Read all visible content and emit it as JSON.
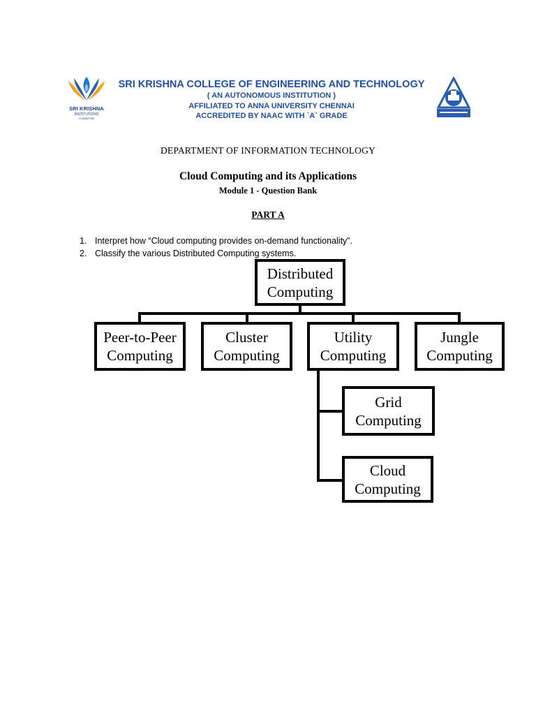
{
  "header": {
    "logo_brand": "SRI KRISHNA",
    "logo_sub": "INSTITUTIONS",
    "logo_sub2": "COIMBATORE",
    "institution": "SRI KRISHNA COLLEGE OF ENGINEERING AND TECHNOLOGY",
    "line1": "( AN AUTONOMOUS INSTITUTION )",
    "line2": "AFFILIATED TO ANNA UNIVERSITY CHENNAI",
    "line3": "ACCREDITED BY NAAC WITH `A` GRADE",
    "colors": {
      "text_blue": "#1f4fa8",
      "logo_orange": "#f5a01e",
      "logo_blue": "#2a5db0"
    }
  },
  "document": {
    "department": "DEPARTMENT OF INFORMATION TECHNOLOGY",
    "course": "Cloud Computing and its Applications",
    "module": "Module 1 - Question Bank",
    "part": "PART A",
    "questions": [
      {
        "num": "1.",
        "text": "Interpret how “Cloud computing provides on-demand functionality”."
      },
      {
        "num": "2.",
        "text": "Classify the various Distributed Computing systems."
      }
    ]
  },
  "diagram": {
    "root": {
      "line1": "Distributed",
      "line2": "Computing"
    },
    "children": [
      {
        "line1": "Peer-to-Peer",
        "line2": "Computing"
      },
      {
        "line1": "Cluster",
        "line2": "Computing"
      },
      {
        "line1": "Utility",
        "line2": "Computing"
      },
      {
        "line1": "Jungle",
        "line2": "Computing"
      }
    ],
    "utility_children": [
      {
        "line1": "Grid",
        "line2": "Computing"
      },
      {
        "line1": "Cloud",
        "line2": "Computing"
      }
    ]
  }
}
